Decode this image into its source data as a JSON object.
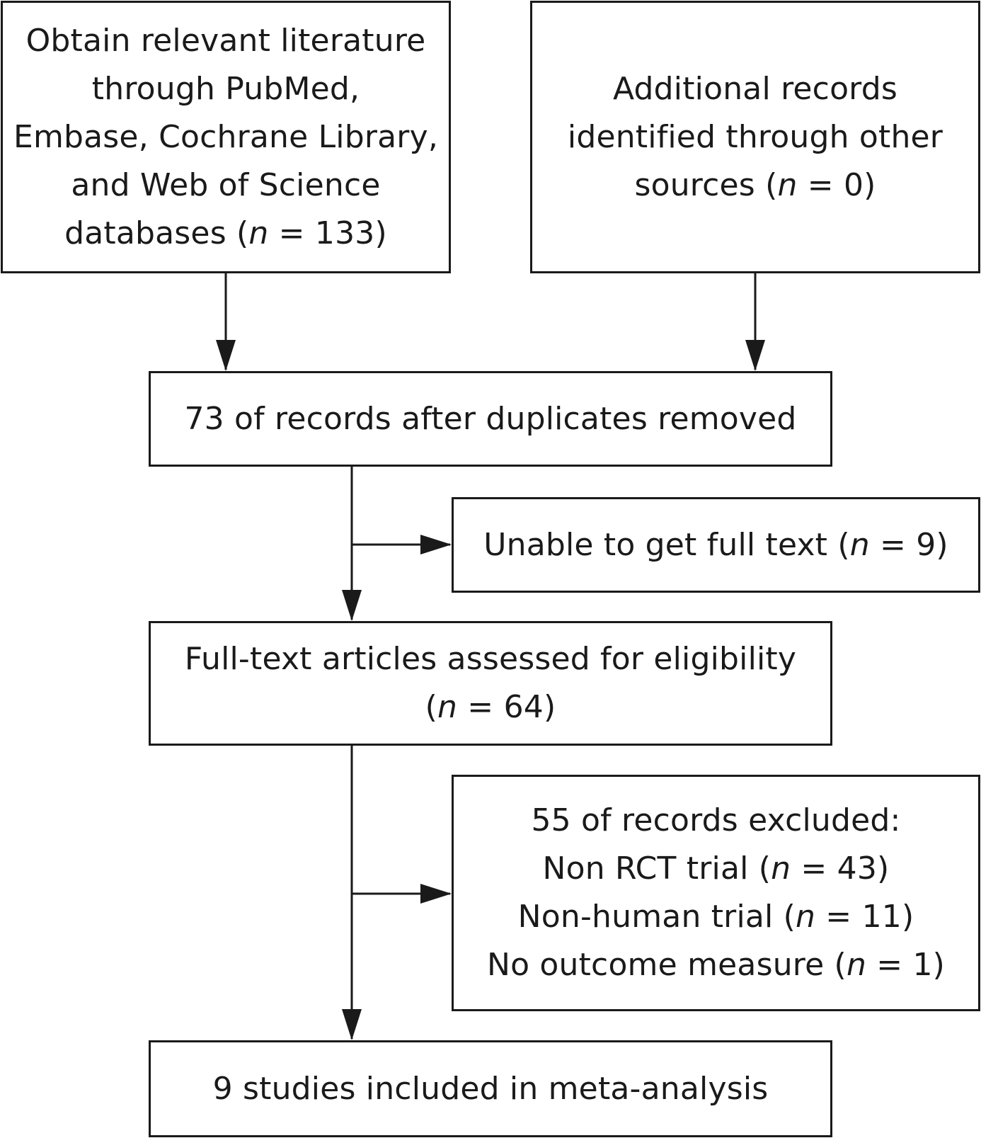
{
  "boxes": {
    "search": {
      "lines": [
        "Obtain relevant literature",
        "through PubMed,",
        "Embase, Cochrane Library,",
        "and Web of Science",
        "databases ("
      ],
      "n_symbol": "n",
      "n_suffix": " = 133)"
    },
    "other": {
      "lines": [
        "Additional records",
        "identified through other",
        "sources ("
      ],
      "n_symbol": "n",
      "n_suffix": " = 0)"
    },
    "dedup": {
      "text": "73 of records after duplicates removed"
    },
    "unable": {
      "prefix": "Unable to get full text (",
      "n_symbol": "n",
      "n_suffix": " = 9)"
    },
    "fulltext": {
      "line1": "Full-text articles assessed for eligibility",
      "prefix": "(",
      "n_symbol": "n",
      "n_suffix": " = 64)"
    },
    "excluded": {
      "heading": "55 of records excluded:",
      "items": [
        {
          "prefix": "Non RCT trial (",
          "n_symbol": "n",
          "n_suffix": " = 43)"
        },
        {
          "prefix": "Non-human trial (",
          "n_symbol": "n",
          "n_suffix": " = 11)"
        },
        {
          "prefix": "No outcome measure (",
          "n_symbol": "n",
          "n_suffix": " = 1)"
        }
      ]
    },
    "included": {
      "text": "9 studies included in meta-analysis"
    }
  },
  "colors": {
    "stroke": "#1a1a1a",
    "background": "#ffffff"
  }
}
